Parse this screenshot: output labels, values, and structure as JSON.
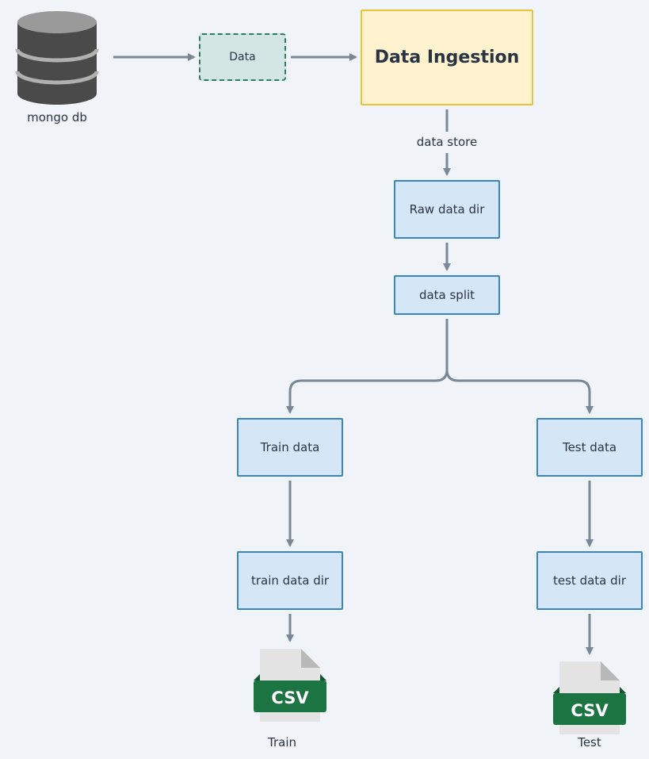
{
  "diagram": {
    "source": {
      "label": "mongo db",
      "icon": "database-icon"
    },
    "data_node": {
      "label": "Data"
    },
    "ingestion": {
      "title": "Data Ingestion"
    },
    "store_edge": {
      "label": "data store"
    },
    "raw_dir": {
      "label": "Raw data dir"
    },
    "split": {
      "label": "data split"
    },
    "train": {
      "node": "Train data",
      "dir": "train data dir",
      "file_badge": "CSV",
      "file_label": "Train",
      "icon": "csv-file-icon"
    },
    "test": {
      "node": "Test data",
      "dir": "test data dir",
      "file_badge": "CSV",
      "file_label": "Test",
      "icon": "csv-file-icon"
    },
    "colors": {
      "background": "#f0f3f7",
      "arrow": "#7a8797",
      "blue_fill": "#d5e6f7",
      "blue_border": "#3a86c5",
      "green_fill": "#d3e6e3",
      "green_border": "#2e7d62",
      "yellow_fill": "#fff2cf",
      "yellow_border": "#e9c437",
      "database": "#4a4a4a",
      "csv_badge": "#1c7442",
      "file_page": "#e3e3e3"
    }
  }
}
